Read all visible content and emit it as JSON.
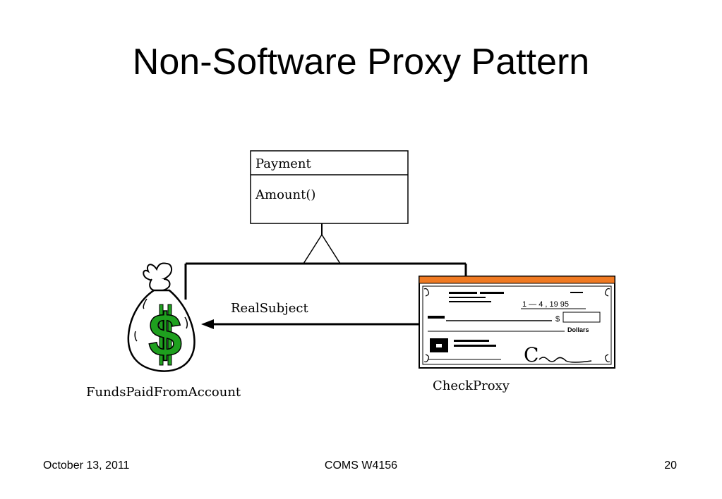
{
  "slide": {
    "title": "Non-Software Proxy Pattern"
  },
  "diagram": {
    "payment_class": {
      "name": "Payment",
      "operation": "Amount()"
    },
    "real_subject_label": "RealSubject",
    "funds_label": "FundsPaidFromAccount",
    "check_label": "CheckProxy",
    "money_bag_symbol": "$",
    "check": {
      "payee_line": "1 — 4 , 19 95",
      "dollar_sign": "$",
      "dollars_word": "Dollars",
      "signature_letter": "C"
    }
  },
  "footer": {
    "date": "October 13, 2011",
    "course": "COMS W4156",
    "page": "20"
  },
  "colors": {
    "dollar_green": "#1ea01e",
    "check_orange": "#f07a22"
  }
}
